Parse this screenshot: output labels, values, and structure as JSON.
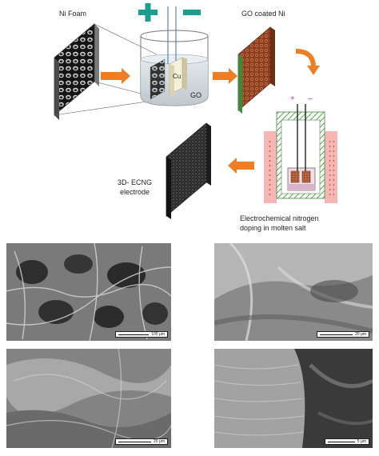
{
  "diagram": {
    "ni_foam_label": "Ni Foam",
    "go_coated_label": "GO coated Ni",
    "cu_label": "Cu",
    "go_label": "GO",
    "electrode_label_line1": "3D- ECNG",
    "electrode_label_line2": "electrode",
    "salt_label_line1": "Electrochemical nitrogen",
    "salt_label_line2": "doping in molten salt",
    "positive_terminal": "+",
    "negative_terminal": "–"
  },
  "micrographs": [
    {
      "scale": "100 μm"
    },
    {
      "scale": "20 μm"
    },
    {
      "scale": "20 μm"
    },
    {
      "scale": "5 μm"
    }
  ],
  "colors": {
    "plus_sign": "#1a9e8f",
    "minus_sign": "#1a9e8f",
    "arrow": "#ee7d23",
    "go_foam": "#a4532e",
    "coating_edge": "#3c8a3a",
    "hatch": "#5aa24f",
    "furnace_band": "#f4b7b3",
    "furnace_dots": "#cc3333",
    "terminal_plus": "#cc3399",
    "terminal_minus": "#cc3399"
  }
}
